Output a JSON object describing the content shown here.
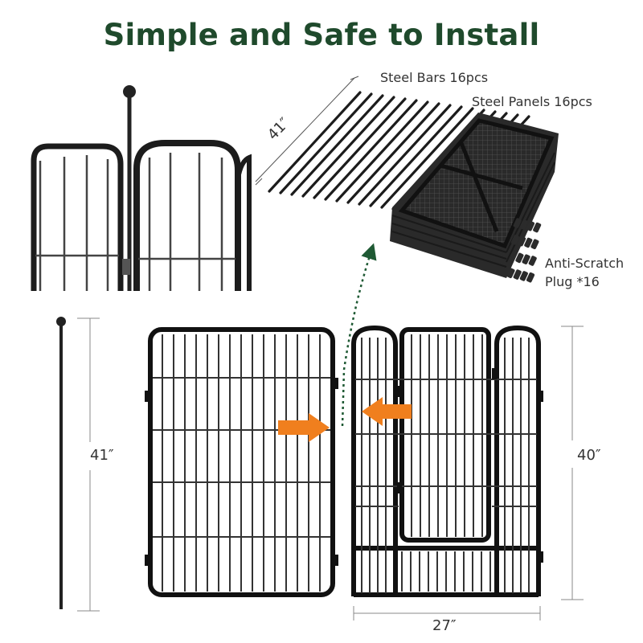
{
  "title": "Simple and Safe to Install",
  "labels": {
    "steel_bars": "Steel Bars 16pcs",
    "steel_panels": "Steel Panels 16pcs",
    "plug_line1": "Anti-Scratch",
    "plug_line2": "Plug *16"
  },
  "dimensions": {
    "bar_length": "41″",
    "rod_height": "41″",
    "panel_height": "40″",
    "panel_width": "27″"
  },
  "colors": {
    "title": "#1f4a2c",
    "arrow": "#f07f1e",
    "guide_arrow": "#1f5a34",
    "metal": "#1c1c1c"
  },
  "icons": [
    "arrow-right-icon",
    "arrow-left-icon",
    "dotted-arrow-up-icon"
  ]
}
